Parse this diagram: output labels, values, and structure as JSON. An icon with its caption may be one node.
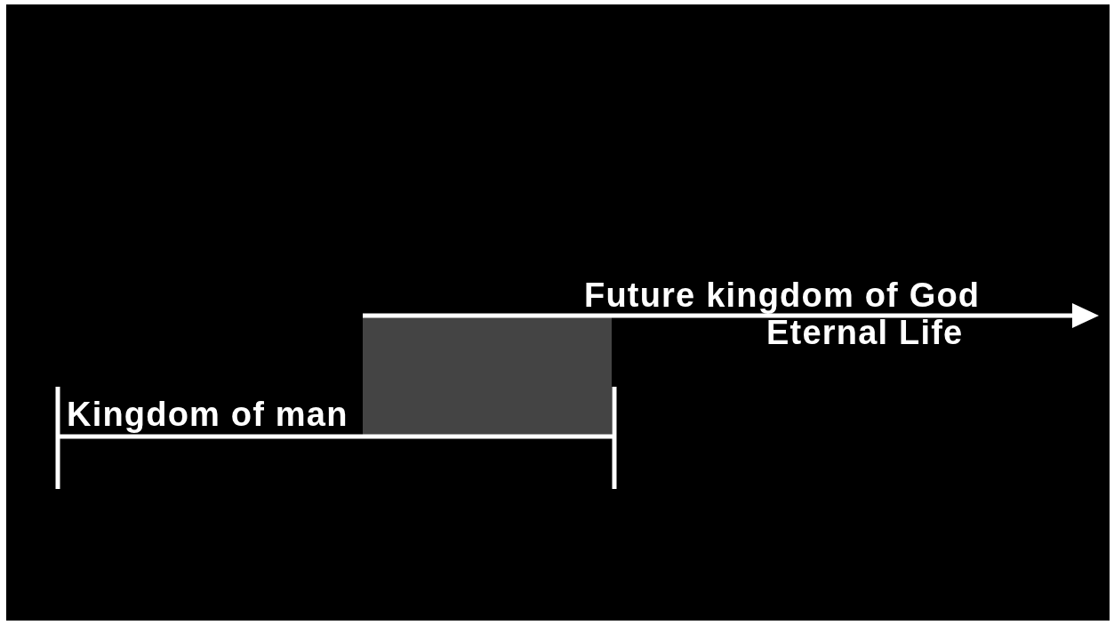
{
  "diagram": {
    "nodes": [
      {
        "text": [],
        "shape": "box"
      }
    ],
    "labels": [
      "Future kingdom of God",
      "Eternal Life",
      "Kingdom of man"
    ]
  }
}
